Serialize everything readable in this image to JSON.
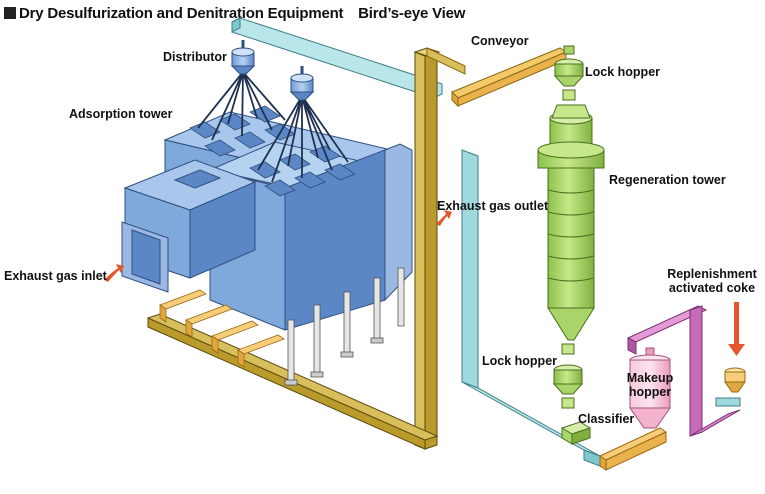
{
  "title": "Dry Desulfurization and Denitration Equipment　Bird’s-eye View",
  "labels": {
    "distributor": "Distributor",
    "adsorption_tower": "Adsorption tower",
    "exhaust_gas_inlet": "Exhaust gas inlet",
    "exhaust_gas_outlet": "Exhaust gas outlet",
    "conveyor": "Conveyor",
    "lock_hopper_top": "Lock hopper",
    "regeneration_tower": "Regeneration tower",
    "lock_hopper_bottom": "Lock hopper",
    "classifier": "Classifier",
    "makeup_hopper_1": "Makeup",
    "makeup_hopper_2": "hopper",
    "replenishment_1": "Replenishment",
    "replenishment_2": "activated coke"
  },
  "colors": {
    "tower_front": "#5b87c6",
    "tower_side": "#7fa8db",
    "tower_top": "#a9c7ec",
    "duct": "#9fd8df",
    "conveyor": "#b99a2a",
    "regen": "#a9d46a",
    "regen_dark": "#7fb03f",
    "makeup": "#f3b3cf",
    "makeup_pipe": "#c56ab6",
    "feeder": "#f7cd7a",
    "arrow": "#e4572e"
  }
}
